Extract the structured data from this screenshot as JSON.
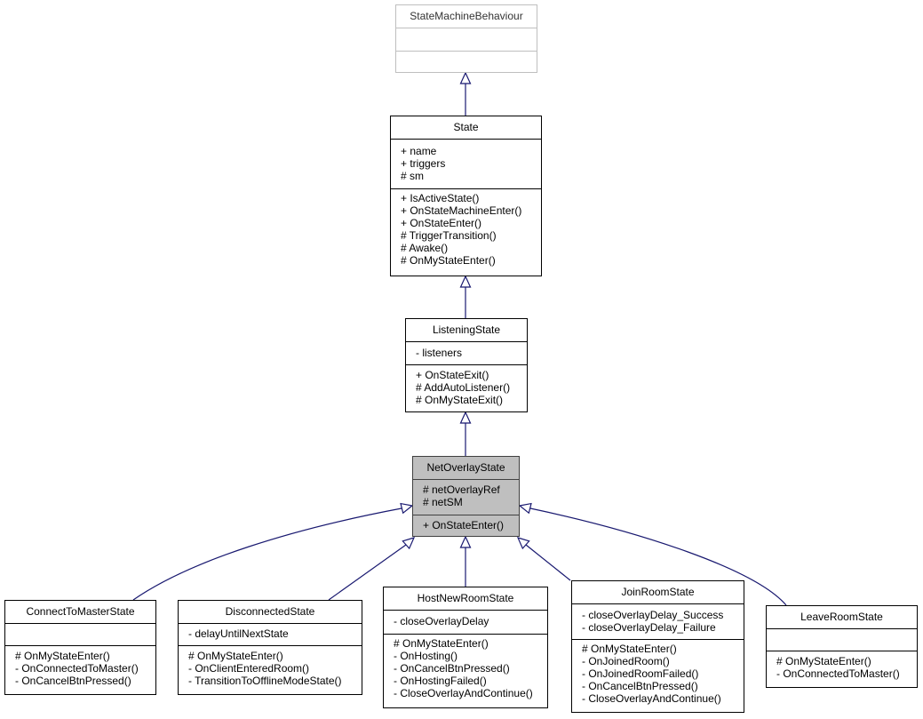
{
  "classes": {
    "smb": {
      "name": "StateMachineBehaviour",
      "attributes": [],
      "methods": []
    },
    "state": {
      "name": "State",
      "attributes": [
        "+ name",
        "+ triggers",
        "# sm"
      ],
      "methods": [
        "+ IsActiveState()",
        "+ OnStateMachineEnter()",
        "+ OnStateEnter()",
        "# TriggerTransition()",
        "# Awake()",
        "# OnMyStateEnter()"
      ]
    },
    "listening": {
      "name": "ListeningState",
      "attributes": [
        "- listeners"
      ],
      "methods": [
        "+ OnStateExit()",
        "# AddAutoListener()",
        "# OnMyStateExit()"
      ]
    },
    "netoverlay": {
      "name": "NetOverlayState",
      "attributes": [
        "# netOverlayRef",
        "# netSM"
      ],
      "methods": [
        "+ OnStateEnter()"
      ]
    },
    "connect": {
      "name": "ConnectToMasterState",
      "attributes": [],
      "methods": [
        "# OnMyStateEnter()",
        "- OnConnectedToMaster()",
        "- OnCancelBtnPressed()"
      ]
    },
    "disconnected": {
      "name": "DisconnectedState",
      "attributes": [
        "- delayUntilNextState"
      ],
      "methods": [
        "# OnMyStateEnter()",
        "- OnClientEnteredRoom()",
        "- TransitionToOfflineModeState()"
      ]
    },
    "host": {
      "name": "HostNewRoomState",
      "attributes": [
        "- closeOverlayDelay"
      ],
      "methods": [
        "# OnMyStateEnter()",
        "- OnHosting()",
        "- OnCancelBtnPressed()",
        "- OnHostingFailed()",
        "- CloseOverlayAndContinue()"
      ]
    },
    "join": {
      "name": "JoinRoomState",
      "attributes": [
        "- closeOverlayDelay_Success",
        "- closeOverlayDelay_Failure"
      ],
      "methods": [
        "# OnMyStateEnter()",
        "- OnJoinedRoom()",
        "- OnJoinedRoomFailed()",
        "- OnCancelBtnPressed()",
        "- CloseOverlayAndContinue()"
      ]
    },
    "leave": {
      "name": "LeaveRoomState",
      "attributes": [],
      "methods": [
        "# OnMyStateEnter()",
        "- OnConnectedToMaster()"
      ]
    }
  },
  "inheritance": [
    {
      "child": "state",
      "parent": "smb"
    },
    {
      "child": "listening",
      "parent": "state"
    },
    {
      "child": "netoverlay",
      "parent": "listening"
    },
    {
      "child": "connect",
      "parent": "netoverlay"
    },
    {
      "child": "disconnected",
      "parent": "netoverlay"
    },
    {
      "child": "host",
      "parent": "netoverlay"
    },
    {
      "child": "join",
      "parent": "netoverlay"
    },
    {
      "child": "leave",
      "parent": "netoverlay"
    }
  ],
  "colors": {
    "edge": "#191970",
    "focus_fill": "#bfbfbf",
    "base_border": "#bfbfbf"
  }
}
